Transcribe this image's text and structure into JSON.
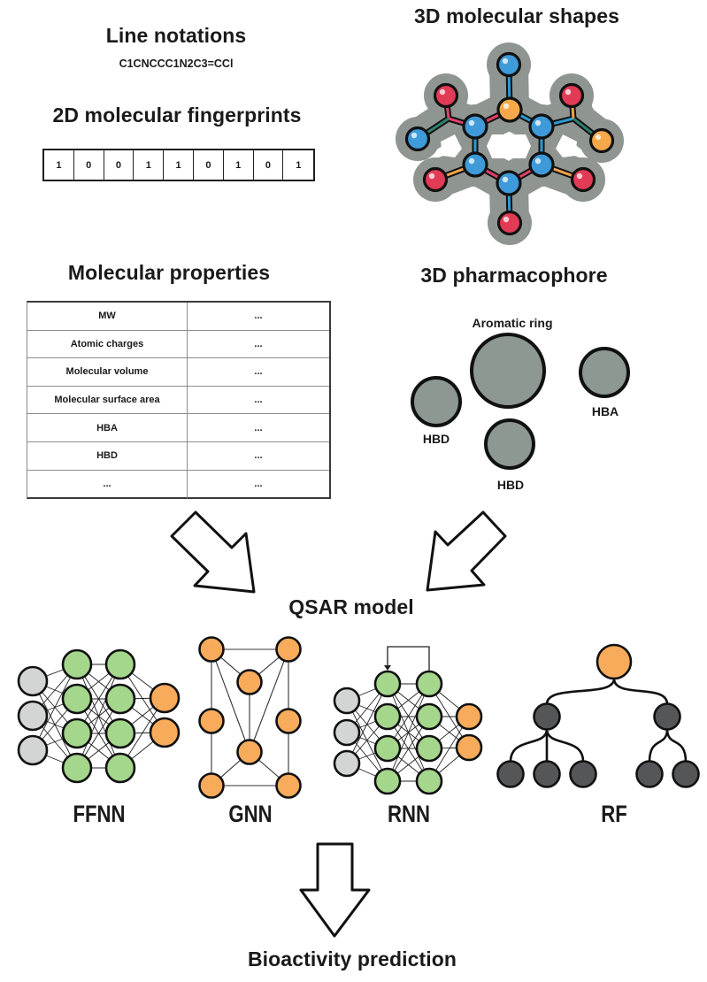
{
  "sections": {
    "line_notations": {
      "title": "Line notations",
      "smiles": "C1CNCCC1N2C3=CCl"
    },
    "fingerprints": {
      "title": "2D molecular fingerprints",
      "bits": [
        "1",
        "0",
        "0",
        "1",
        "1",
        "0",
        "1",
        "0",
        "1"
      ]
    },
    "shapes": {
      "title": "3D molecular shapes"
    },
    "properties": {
      "title": "Molecular properties",
      "rows": [
        {
          "name": "MW",
          "value": "..."
        },
        {
          "name": "Atomic charges",
          "value": "..."
        },
        {
          "name": "Molecular volume",
          "value": "..."
        },
        {
          "name": "Molecular surface area",
          "value": "..."
        },
        {
          "name": "HBA",
          "value": "..."
        },
        {
          "name": "HBD",
          "value": "..."
        },
        {
          "name": "...",
          "value": "..."
        }
      ]
    },
    "pharmacophore": {
      "title": "3D pharmacophore",
      "features": [
        {
          "label": "Aromatic ring",
          "type": "aromatic"
        },
        {
          "label": "HBD",
          "type": "donor"
        },
        {
          "label": "HBD",
          "type": "donor"
        },
        {
          "label": "HBA",
          "type": "acceptor"
        }
      ]
    },
    "qsar": {
      "title": "QSAR model"
    },
    "models": [
      {
        "label": "FFNN",
        "kind": "feedforward-network"
      },
      {
        "label": "GNN",
        "kind": "graph-network"
      },
      {
        "label": "RNN",
        "kind": "recurrent-network"
      },
      {
        "label": "RF",
        "kind": "random-forest"
      }
    ],
    "output": {
      "title": "Bioactivity prediction"
    }
  },
  "colors": {
    "input_node": "#d3d5d4",
    "hidden_node": "#a4d68c",
    "output_node": "#f8ab5b",
    "tree_node": "#545657",
    "pharmacophore_fill": "#8d9893",
    "atom_blue": "#3e9ad8",
    "atom_red": "#e23b55",
    "atom_orange": "#f6a84a",
    "shape_halo": "#8f9591",
    "outline": "#111111"
  }
}
